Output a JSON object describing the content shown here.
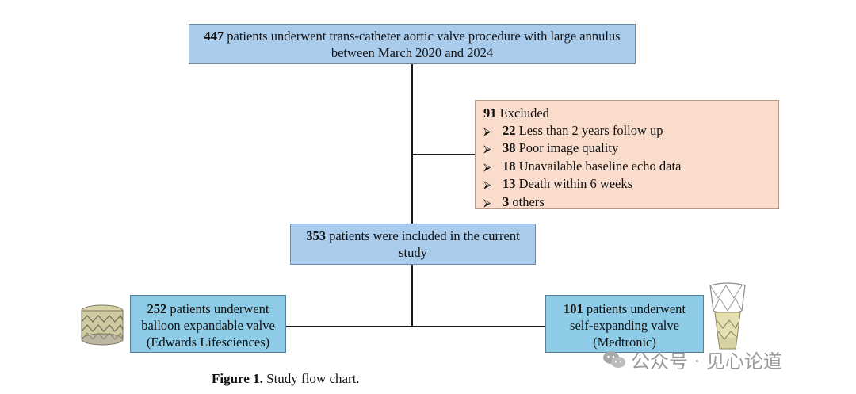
{
  "top_box": {
    "count": "447",
    "text": " patients underwent trans-catheter aortic valve procedure with large annulus between March 2020 and 2024"
  },
  "excluded": {
    "count": "91",
    "label": " Excluded",
    "items": [
      {
        "count": "22",
        "text": " Less than 2 years follow up"
      },
      {
        "count": "38",
        "text": " Poor image quality"
      },
      {
        "count": "18",
        "text": " Unavailable baseline echo data"
      },
      {
        "count": "13",
        "text": " Death within 6 weeks"
      },
      {
        "count": "3",
        "text": " others"
      }
    ]
  },
  "included_box": {
    "count": "353",
    "text": " patients were included in the current study"
  },
  "left_box": {
    "count": "252",
    "text": " patients underwent balloon expandable valve (Edwards Lifesciences)"
  },
  "right_box": {
    "count": "101",
    "text": " patients underwent self-expanding valve (Medtronic)"
  },
  "caption": {
    "label": "Figure 1.",
    "text": " Study flow chart."
  },
  "watermark": {
    "text": "公众号 · 见心论道",
    "icon": "wechat-icon"
  },
  "colors": {
    "blue_box": "#a9cbec",
    "valve_box": "#8ecbe6",
    "excluded_box": "#f9dccb",
    "line": "#1a1a1a"
  }
}
